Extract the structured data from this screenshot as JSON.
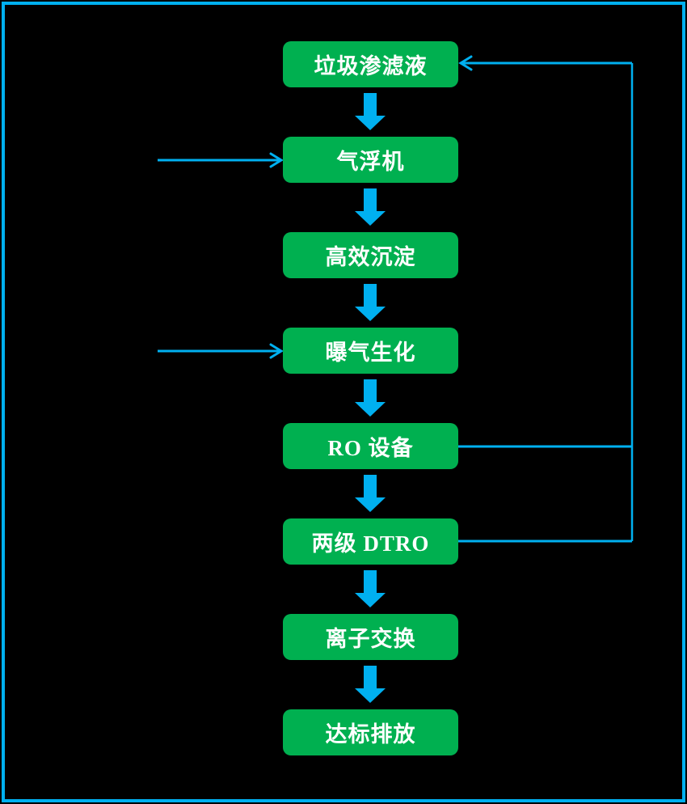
{
  "diagram": {
    "title": "landfill-leachate-treatment-flowchart",
    "background_color": "#000000",
    "border_color": "#00B0F0",
    "node_fill_color": "#00B050",
    "node_text_color": "#FFFFFF",
    "connector_color": "#00B0F0"
  },
  "flowchart": {
    "nodes": [
      {
        "label": "垃圾渗滤液"
      },
      {
        "label": "气浮机"
      },
      {
        "label": "高效沉淀"
      },
      {
        "label": "曝气生化"
      },
      {
        "label": "RO 设备"
      },
      {
        "label": "两级 DTRO"
      },
      {
        "label": "离子交换"
      },
      {
        "label": "达标排放"
      }
    ],
    "edges": [
      {
        "from": "垃圾渗滤液",
        "to": "气浮机",
        "type": "block-arrow-down"
      },
      {
        "from": "气浮机",
        "to": "高效沉淀",
        "type": "block-arrow-down"
      },
      {
        "from": "高效沉淀",
        "to": "曝气生化",
        "type": "block-arrow-down"
      },
      {
        "from": "曝气生化",
        "to": "RO 设备",
        "type": "block-arrow-down"
      },
      {
        "from": "RO 设备",
        "to": "两级 DTRO",
        "type": "block-arrow-down"
      },
      {
        "from": "两级 DTRO",
        "to": "离子交换",
        "type": "block-arrow-down"
      },
      {
        "from": "离子交换",
        "to": "达标排放",
        "type": "block-arrow-down"
      },
      {
        "from": "external-left",
        "to": "气浮机",
        "type": "thin-arrow-right"
      },
      {
        "from": "external-left",
        "to": "曝气生化",
        "type": "thin-arrow-right"
      },
      {
        "from": "RO 设备",
        "to": "垃圾渗滤液",
        "type": "return-line-right-side"
      },
      {
        "from": "两级 DTRO",
        "to": "垃圾渗滤液",
        "type": "return-line-right-side"
      }
    ]
  }
}
